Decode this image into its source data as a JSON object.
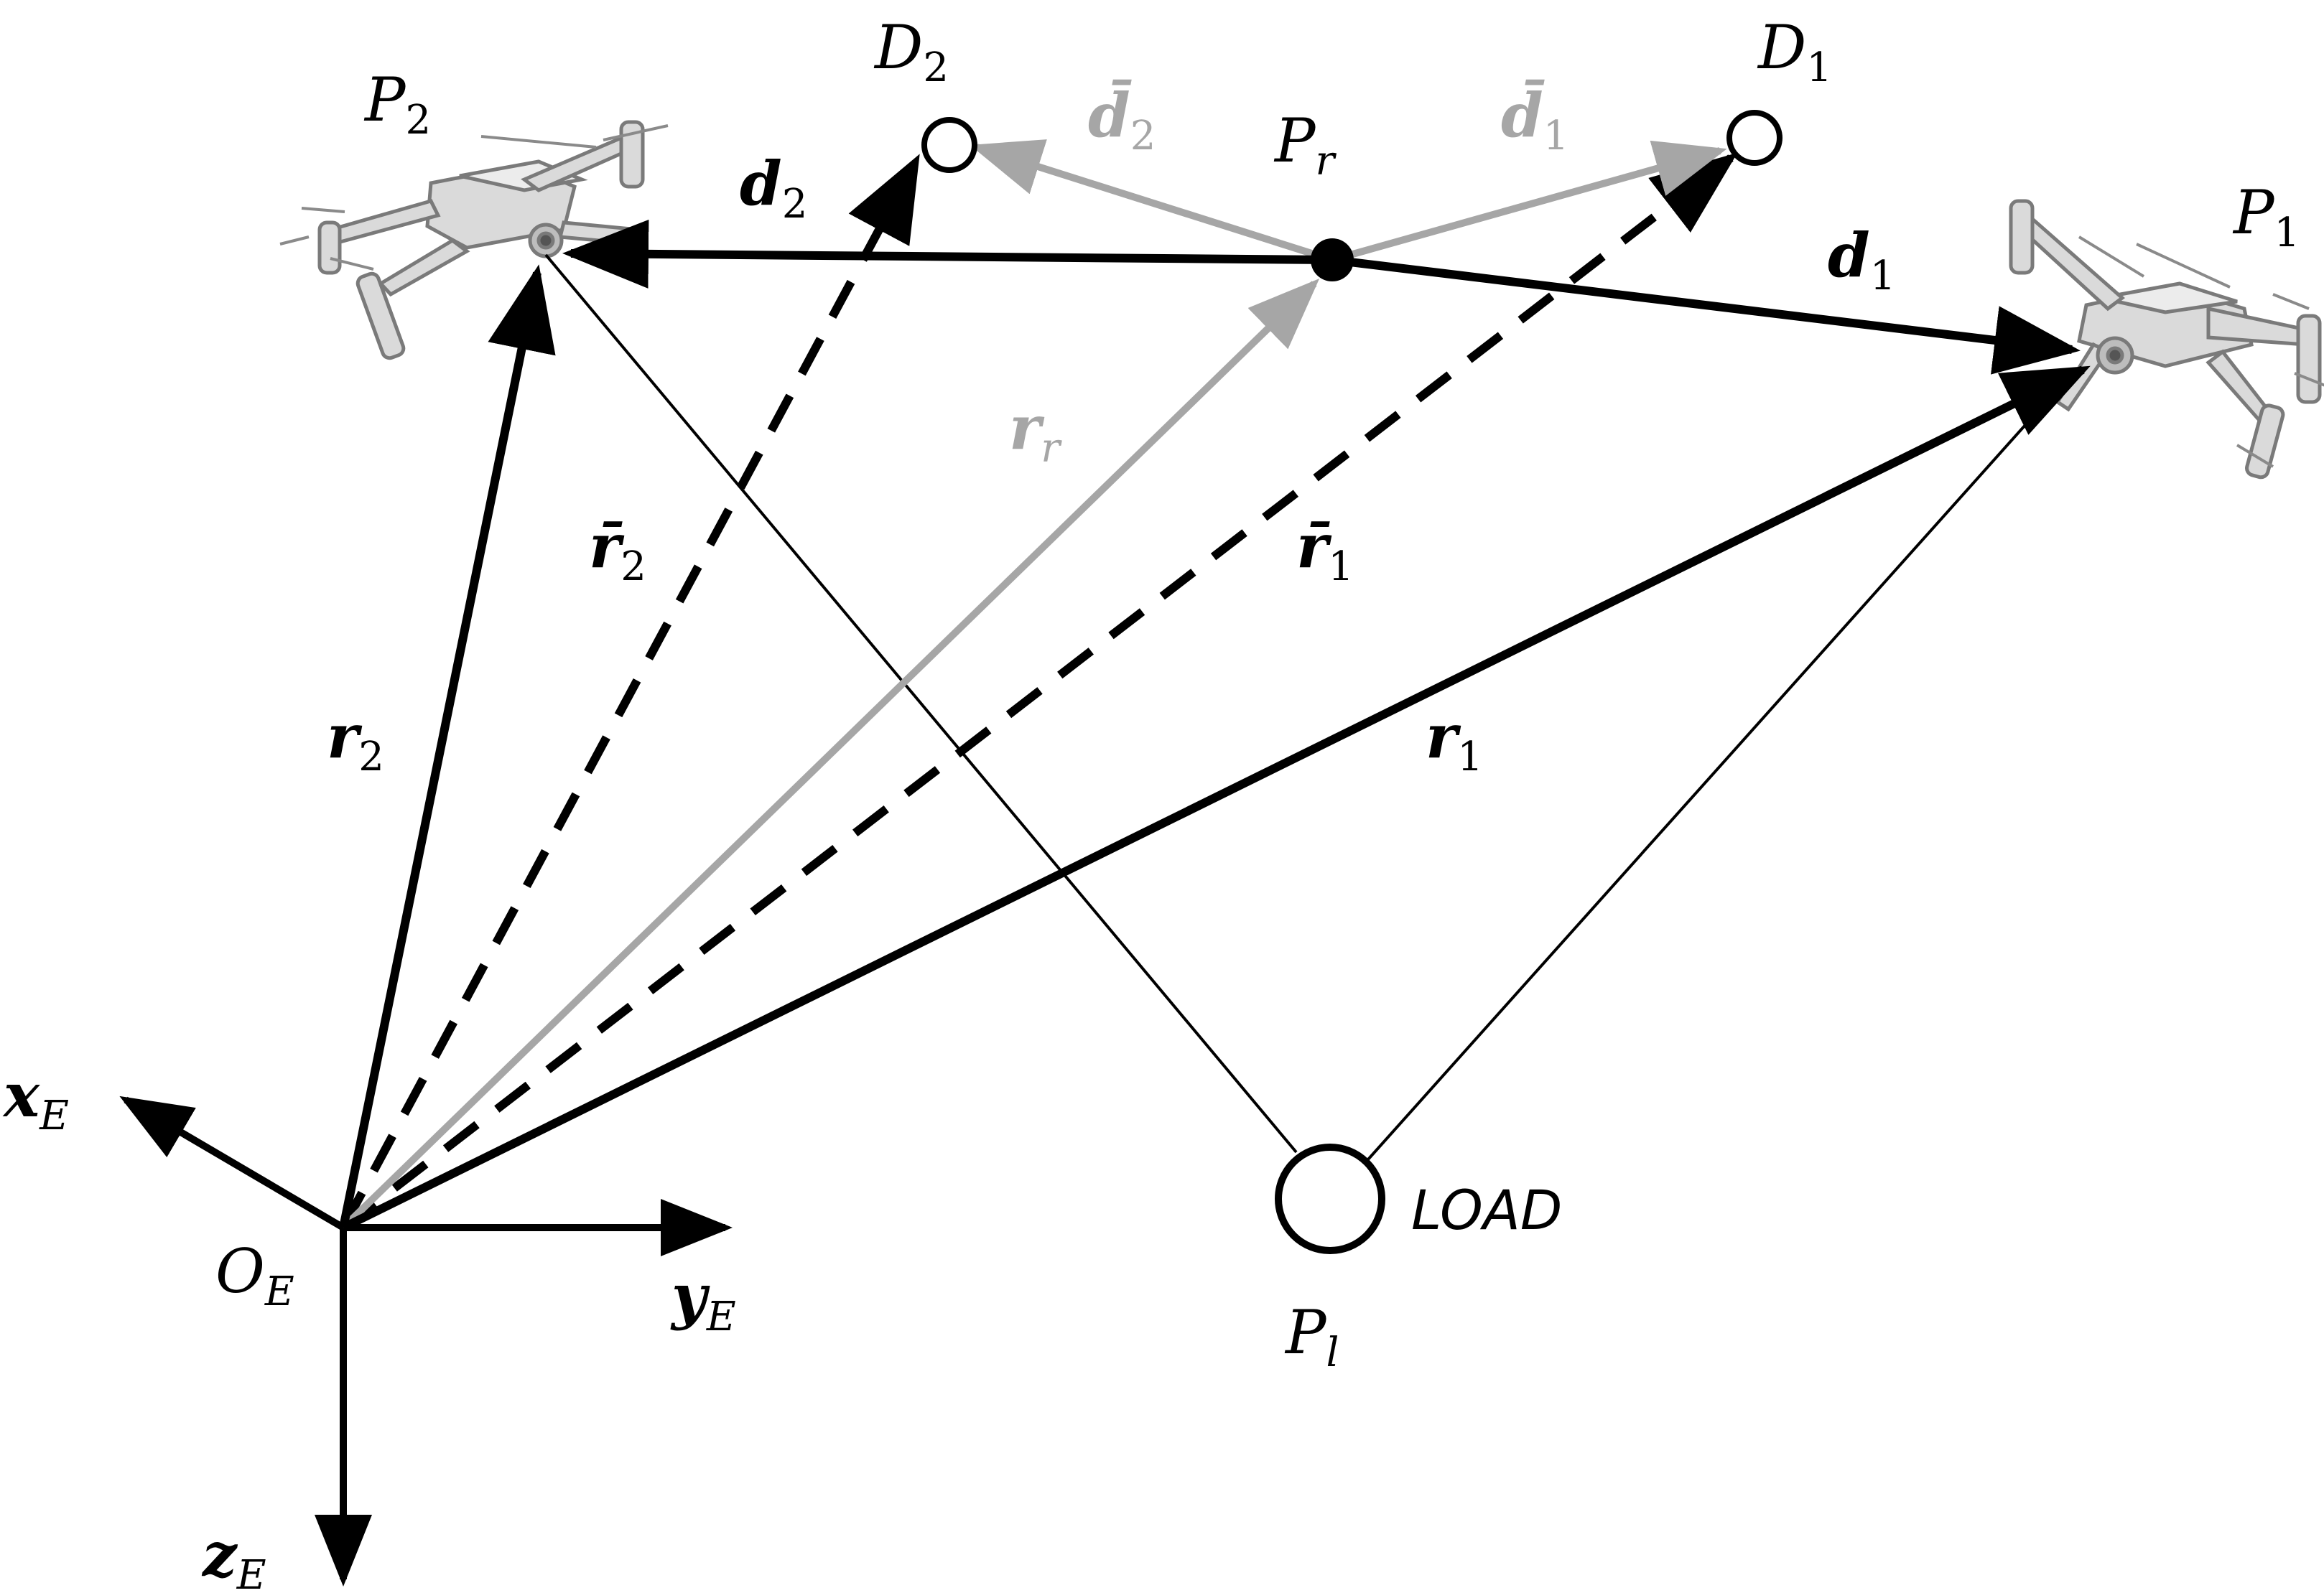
{
  "colors": {
    "black": "#000000",
    "gray": "#a6a6a6",
    "drone_body": "#d6d6d6",
    "drone_stroke": "#8c8c8c"
  },
  "labels": {
    "P2": {
      "main": "P",
      "sub": "2"
    },
    "P1": {
      "main": "P",
      "sub": "1"
    },
    "Pr": {
      "main": "P",
      "sub": "r"
    },
    "Pl": {
      "main": "P",
      "sub": "l"
    },
    "D2": {
      "main": "D",
      "sub": "2"
    },
    "D1": {
      "main": "D",
      "sub": "1"
    },
    "d2": {
      "main": "d",
      "sub": "2"
    },
    "d1": {
      "main": "d",
      "sub": "1"
    },
    "d2bar": {
      "main": "d̄",
      "sub": "2"
    },
    "d1bar": {
      "main": "d̄",
      "sub": "1"
    },
    "r2": {
      "main": "r",
      "sub": "2"
    },
    "r1": {
      "main": "r",
      "sub": "1"
    },
    "rr": {
      "main": "r",
      "sub": "r"
    },
    "r2bar": {
      "main": "r̄",
      "sub": "2"
    },
    "r1bar": {
      "main": "r̄",
      "sub": "1"
    },
    "xE": {
      "main": "x",
      "sub": "E"
    },
    "yE": {
      "main": "y",
      "sub": "E"
    },
    "zE": {
      "main": "z",
      "sub": "E"
    },
    "OE": {
      "main": "O",
      "sub": "E"
    },
    "load": "LOAD"
  },
  "icons": {
    "drone_left": "quadcopter-drone-icon",
    "drone_right": "quadcopter-drone-icon"
  }
}
